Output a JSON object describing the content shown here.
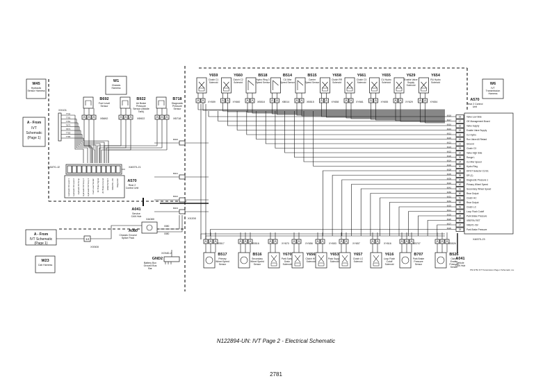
{
  "caption": "N122894-UN: IVT Page 2 - Electrical Schematic",
  "page_number": "2781",
  "copyright": "PN=2781 IVT Transmission Page 2 Schematic, rev.",
  "harnesses": {
    "w45": {
      "id": "W45",
      "name": "Hydraulic Sensor Harness"
    },
    "w1": {
      "id": "W1",
      "name": "Chassis Harness"
    },
    "w6": {
      "id": "W6",
      "name": "IVT Transmission Harness"
    },
    "w23": {
      "id": "W23",
      "name": "Cab Harness"
    }
  },
  "from_top": {
    "title": "A - From",
    "sub1": "IVT",
    "sub2": "Schematic",
    "sub3": "(Page 1)",
    "conn": "XX101"
  },
  "from_bottom": {
    "title": "A - From",
    "sub1": "IVT Schematic",
    "sub2": "(Page 1)",
    "conn": "XX500",
    "box": "14"
  },
  "wire_numbers_left": [
    "7711",
    "7701",
    "7751",
    "7873",
    "7871",
    "7753",
    "7765"
  ],
  "top_sensors": [
    {
      "id": "B692",
      "name": "Fuel Level Sensor",
      "conn": "XB692"
    },
    {
      "id": "B922",
      "name": "Air Brake Pressure Sensor (Middle Tank)",
      "conn": "XB922"
    },
    {
      "id": "B718",
      "name": "Diagnostic Pressure Sensor",
      "conn": "XB718"
    }
  ],
  "a570_left": {
    "id": "A570",
    "name": "Rear 2 Control Unit",
    "conn_j2": "XA570-J2",
    "conn_j1": "XA570-J1"
  },
  "a570_left_pins": [
    "Hydraulic Oil Level 1",
    "Hydraulic Oil Level 2",
    "Hydraulic Oil Temp",
    "Hydraulic Oil Temp 2",
    "Hydraulic Oil Temp 3",
    "Fuel Level Sender",
    "Air Brake Signal",
    "Air Brake Ground",
    "VREF5V RET",
    "VREF5V +5V",
    "Diagnostic"
  ],
  "a041_left": {
    "id": "A041",
    "name": "Service CAN Hub"
  },
  "a080": {
    "id": "A080",
    "name": "Chassis Ground Splice Pack",
    "conn": "XA080",
    "w1": "0080",
    "w2": "0080"
  },
  "gnd2": {
    "id": "GND2",
    "name": "Battery Box Ground Bus Bar",
    "conn": "XGND-2"
  },
  "xx200": "XX200",
  "top_solenoids": [
    {
      "id": "Y659",
      "name": "Clutch C1 Solenoid",
      "conn": "XY659"
    },
    {
      "id": "Y660",
      "name": "Clutch C2 Solenoid",
      "conn": "XY660"
    },
    {
      "id": "B518",
      "name": "Hydro Ring 3 Speed Sensor",
      "conn": "XB518"
    },
    {
      "id": "B514",
      "name": "CU Mixr Speed Sensor",
      "conn": "XB514"
    },
    {
      "id": "B515",
      "name": "Carrier Speed Sensor",
      "conn": "XB515"
    },
    {
      "id": "Y658",
      "name": "Clutch RR Solenoid",
      "conn": "XY658"
    },
    {
      "id": "Y661",
      "name": "Clutch C3 Solenoid",
      "conn": "XY661"
    },
    {
      "id": "Y655",
      "name": "CU Hydro Solenoid",
      "conn": "XY655"
    },
    {
      "id": "Y629",
      "name": "Enable Valve Supply Solenoid",
      "conn": "XY629"
    },
    {
      "id": "Y654",
      "name": "RU Hydro Solenoid",
      "conn": "XY654"
    }
  ],
  "a570_right": {
    "id": "A570",
    "name": "Rear 2 Control Unit",
    "conn": "XA570-J3"
  },
  "a570_right_pins": [
    {
      "pin": "18",
      "wire": "6018",
      "label": "Valve Low Side"
    },
    {
      "pin": "17",
      "wire": "6017",
      "label": "OE Management Board"
    },
    {
      "pin": "16",
      "wire": "6016",
      "label": "Valve Supply"
    },
    {
      "pin": "19",
      "wire": "6019",
      "label": "Enable Valve Supply"
    },
    {
      "pin": "12",
      "wire": "6012",
      "label": "CU Hydro"
    },
    {
      "pin": "45",
      "wire": "6045",
      "label": "Run Valve All Retard"
    },
    {
      "pin": "21",
      "wire": "6021",
      "label": "Ground"
    },
    {
      "pin": "23",
      "wire": "6023",
      "label": "Clutch C3"
    },
    {
      "pin": "22",
      "wire": "6022",
      "label": "Valve High Side"
    },
    {
      "pin": "26",
      "wire": "6026",
      "label": "Range L"
    },
    {
      "pin": "24",
      "wire": "6024",
      "label": "CU Mixr Speed"
    },
    {
      "pin": "30",
      "wire": "6030",
      "label": "Hydro Ring"
    },
    {
      "pin": "28",
      "wire": "6028",
      "label": "DIFST Selector C1/G1"
    },
    {
      "pin": "35",
      "wire": "6035",
      "label": "DR (1)"
    },
    {
      "pin": "39",
      "wire": "6039",
      "label": "Diagnostic Pressure 1"
    },
    {
      "pin": "40",
      "wire": "6040",
      "label": "Primary Wheel Speed"
    },
    {
      "pin": "41",
      "wire": "6041",
      "label": "Secondary Wheel Speed"
    },
    {
      "pin": "50",
      "wire": "6050",
      "label": "Rear Output"
    },
    {
      "pin": "51",
      "wire": "6051",
      "label": "Clutch HC"
    },
    {
      "pin": "52",
      "wire": "6052",
      "label": "Rear Output"
    },
    {
      "pin": "53",
      "wire": "6053",
      "label": "Clutch LC"
    },
    {
      "pin": "14",
      "wire": "6014",
      "label": "Loop Flush Cutoff"
    },
    {
      "pin": "25",
      "wire": "6025",
      "label": "Park Brake Pressure"
    },
    {
      "pin": "20",
      "wire": "6020",
      "label": "VREF5V RET"
    },
    {
      "pin": "27",
      "wire": "6027",
      "label": "VREF5 +5V"
    },
    {
      "pin": "29",
      "wire": "6029",
      "label": "Park Brake Pressure"
    }
  ],
  "bottom_components": [
    {
      "id": "B517",
      "name": "Primary Wheel Speed Sensor",
      "conn": "XB517"
    },
    {
      "id": "B516",
      "name": "Secondary Wheel Speed Sensor",
      "conn": "XB516"
    },
    {
      "id": "Y670",
      "name": "Park Sump Drain Solenoid",
      "conn": "XY670"
    },
    {
      "id": "Y656",
      "name": "Clutch HC Solenoid",
      "conn": "XY656"
    },
    {
      "id": "Y653",
      "name": "Pack Supply Solenoid",
      "conn": "XY653"
    },
    {
      "id": "Y657",
      "name": "Clutch LC Solenoid",
      "conn": "XY657"
    },
    {
      "id": "Y616",
      "name": "Loop Flush Cutoff Solenoid",
      "conn": "XY616"
    },
    {
      "id": "B707",
      "name": "Park Brake Pressure Sensor",
      "conn": "XB707"
    },
    {
      "id": "B526",
      "name": "Clutch Enable Pressure Sensor",
      "conn": "XB526"
    }
  ],
  "a041_right": {
    "id": "A041",
    "name": "Vehicle CAN Hub"
  },
  "splice_labels": [
    "B000",
    "B001",
    "B002",
    "B003"
  ],
  "colors": {
    "ink": "#111111",
    "background": "#ffffff"
  }
}
